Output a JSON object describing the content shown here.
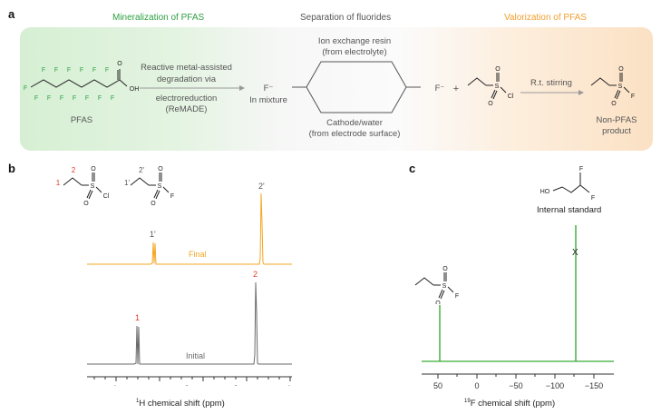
{
  "panel_a": {
    "letter": "a",
    "section_titles": {
      "mineralization": "Mineralization of PFAS",
      "separation": "Separation of fluorides",
      "valorization": "Valorization of PFAS"
    },
    "pfas_label": "PFAS",
    "remade_text": [
      "Reactive metal-assisted",
      "degradation via",
      "electroreduction",
      "(ReMADE)"
    ],
    "fluoride_mixture": [
      "F⁻",
      "In mixture"
    ],
    "resin_label": [
      "Ion exchange resin",
      "(from electrolyte)"
    ],
    "cathode_label": [
      "Cathode/water",
      "(from electrode surface)"
    ],
    "fluoride_out": "F⁻",
    "plus": "+",
    "stirring": "R.t. stirring",
    "product_label": [
      "Non-PFAS",
      "product"
    ],
    "atom_F": "F",
    "atom_O": "O",
    "atom_OH": "OH",
    "atom_S": "S",
    "atom_Cl": "Cl"
  },
  "panel_b": {
    "letter": "b",
    "label_1": "1",
    "label_2": "2",
    "label_1p": "1'",
    "label_2p": "2'",
    "final": "Final",
    "initial": "Initial",
    "xlabel_sup": "1",
    "xlabel": "H chemical shift (ppm)",
    "ticks": [
      "4",
      "3",
      "2",
      "1"
    ],
    "colors": {
      "final": "#f5a623",
      "initial": "#6a6a6a",
      "peak_label": "#e03a2a"
    }
  },
  "panel_c": {
    "letter": "c",
    "internal_standard": "Internal standard",
    "marker": "X",
    "atom_HO": "HO",
    "xlabel_sup": "19",
    "xlabel": "F chemical shift (ppm)",
    "ticks": [
      "50",
      "0",
      "−50",
      "−100",
      "−150"
    ],
    "color": "#3aaa35"
  },
  "chart_data": [
    {
      "type": "line",
      "xlabel": "1H chemical shift (ppm)",
      "ylabel": "",
      "xlim": [
        4.5,
        1
      ],
      "series": [
        {
          "name": "Final",
          "peaks": [
            {
              "x": 3.37,
              "label": "1'"
            },
            {
              "x": 1.52,
              "label": "2'"
            }
          ]
        },
        {
          "name": "Initial",
          "peaks": [
            {
              "x": 3.65,
              "label": "1"
            },
            {
              "x": 1.58,
              "label": "2"
            }
          ]
        }
      ]
    },
    {
      "type": "line",
      "xlabel": "19F chemical shift (ppm)",
      "ylabel": "",
      "xlim": [
        70,
        -180
      ],
      "series": [
        {
          "peaks": [
            {
              "x": 52
            },
            {
              "x": -124,
              "label": "Internal standard"
            }
          ]
        }
      ]
    }
  ]
}
